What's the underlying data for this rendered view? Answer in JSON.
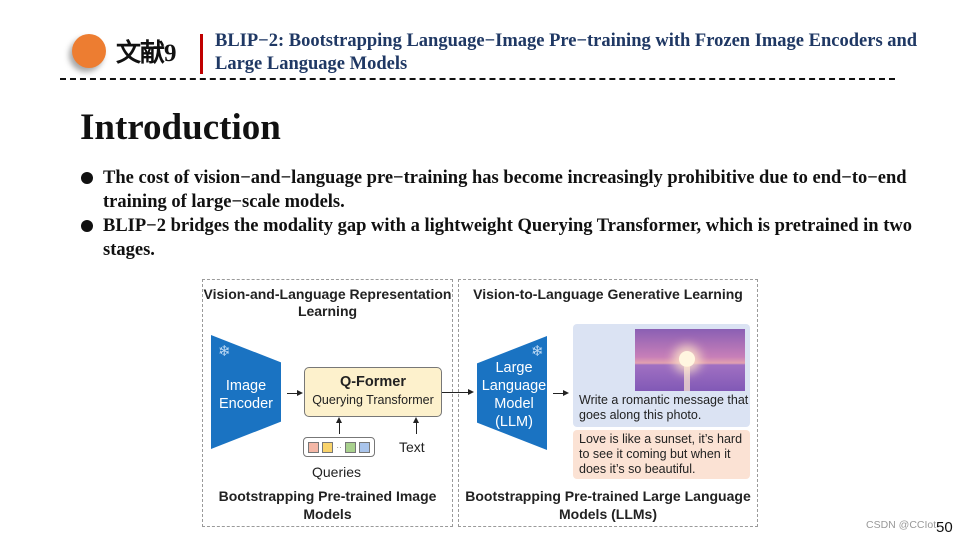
{
  "header": {
    "ref_label": "文献9",
    "paper_title": "BLIP−2: Bootstrapping Language−Image Pre−training with Frozen Image Encoders and Large Language Models",
    "accent_colors": {
      "dot": "#ed7d31",
      "bar": "#c00000",
      "title": "#1f3864"
    }
  },
  "slide": {
    "heading": "Introduction",
    "bullets": [
      "The cost of vision−and−language pre−training has become increasingly prohibitive due to end−to−end training of large−scale models.",
      "BLIP−2 bridges the modality gap with a lightweight Querying Transformer, which is pretrained in two stages."
    ]
  },
  "figure": {
    "left_panel": {
      "title": "Vision-and-Language Representation Learning",
      "encoder_label": "Image Encoder",
      "qformer_title": "Q-Former",
      "qformer_subtitle": "Querying Transformer",
      "queries_label": "Queries",
      "text_label": "Text",
      "query_colors": [
        "#f4b7a6",
        "#f9d36b",
        "#a9d18e",
        "#a9c4eb"
      ],
      "footer": "Bootstrapping Pre-trained Image Models"
    },
    "right_panel": {
      "title": "Vision-to-Language Generative Learning",
      "llm_label": "Large Language Model (LLM)",
      "prompt": "Write a romantic message that goes along this photo.",
      "response": "Love is like a sunset, it’s hard to see it coming but when it does it’s so beautiful.",
      "footer": "Bootstrapping Pre-trained Large Language Models (LLMs)"
    },
    "frozen_icon": "❄"
  },
  "footer": {
    "watermark": "CSDN @CCIot",
    "page_number": "50"
  }
}
